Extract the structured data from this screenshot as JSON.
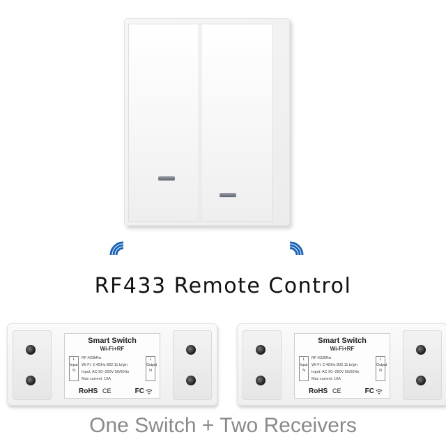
{
  "headings": {
    "product": "RF433 Remote Control",
    "bundle": "One Switch + Two Receivers"
  },
  "receiver_label": {
    "title": "Smart Switch",
    "subtitle": "Wi-Fi+RF",
    "rf": "RF:433Mhz",
    "wifi": "Wi-Fi: 2.4GHz 802.11 b/g/n",
    "input": "Input: AC 90~250V 50/60Hz",
    "current": "Max current: 10A",
    "input_side": "L Input N",
    "output_side": "L Output N",
    "rohs": "RoHS",
    "ce": "CE",
    "fc": "FC"
  },
  "colors": {
    "signal": "#1a63b8",
    "caption_bottom": "#8a8a8a"
  }
}
